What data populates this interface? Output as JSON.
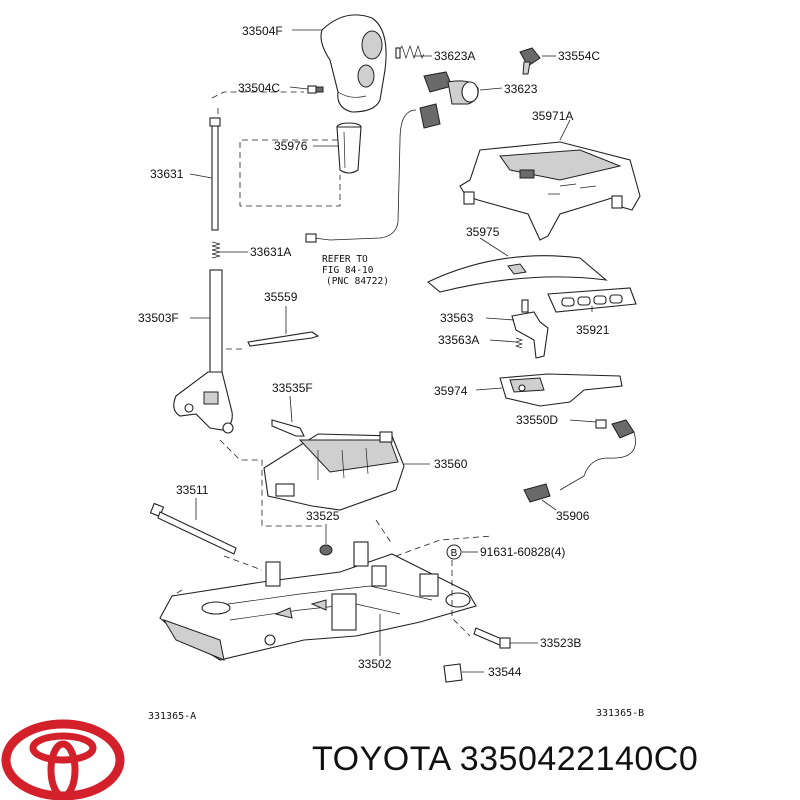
{
  "parts": {
    "p33504F": "33504F",
    "p33623A": "33623A",
    "p33554C": "33554C",
    "p33504C": "33504C",
    "p33623": "33623",
    "p35971A": "35971A",
    "p35976": "35976",
    "p33631": "33631",
    "p33631A": "33631A",
    "p35975": "35975",
    "p33503F": "33503F",
    "p35559": "35559",
    "p33563": "33563",
    "p35921": "35921",
    "p33563A": "33563A",
    "p33535F": "33535F",
    "p35974": "35974",
    "p33550D": "33550D",
    "p33560": "33560",
    "p33511": "33511",
    "p35906": "35906",
    "p33525": "33525",
    "p91631": "91631-60828(4)",
    "p33523B": "33523B",
    "p33502": "33502",
    "p33544": "33544"
  },
  "bolt_marker": "B",
  "refer_note": [
    "REFER TO",
    "FIG 84-10",
    "(PNC 84722)"
  ],
  "codes": {
    "left": "331365-A",
    "right": "331365-B"
  },
  "brand": "TOYOTA 3350422140C0",
  "colors": {
    "logo_red": "#d3202a",
    "line": "#222222"
  }
}
